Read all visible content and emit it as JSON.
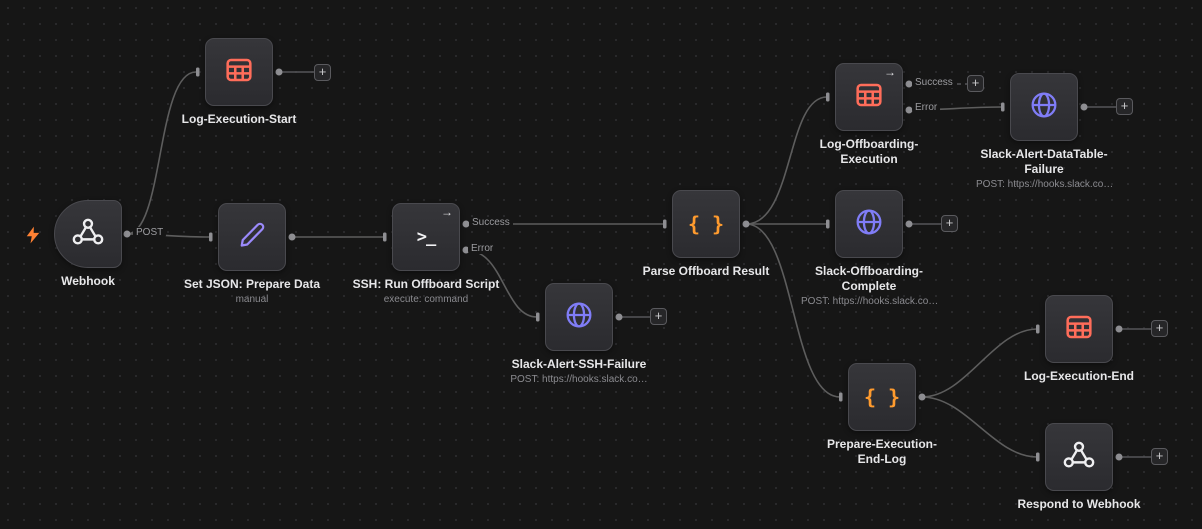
{
  "app": {
    "name": "workflow-canvas"
  },
  "colors": {
    "canvas_bg": "#161616",
    "node_bg": "#303034",
    "node_border": "#49494e",
    "edge": "#5d5d5d",
    "table_icon": "#ff6d5a",
    "pen_icon": "#9b8afb",
    "globe_icon": "#807df7",
    "braces_icon": "#ff9b2e",
    "white_icon": "#efeff1",
    "bolt_icon": "#ff8133"
  },
  "ui": {
    "plus": "+",
    "corner_arrow": "→"
  },
  "connection_labels": {
    "post": "POST",
    "success": "Success",
    "error": "Error"
  },
  "nodes": [
    {
      "id": "webhook",
      "label": "Webhook",
      "icon": "webhook-icon",
      "type": "trigger"
    },
    {
      "id": "log-execution-start",
      "label": "Log-Execution-Start",
      "icon": "data-table-icon"
    },
    {
      "id": "set-json-prepare-data",
      "label": "Set JSON: Prepare Data",
      "subtitle": "manual",
      "icon": "edit-pen-icon"
    },
    {
      "id": "ssh-run-offboard-script",
      "label": "SSH: Run Offboard Script",
      "subtitle": "execute: command",
      "icon": "terminal-icon",
      "glyph": ">_",
      "outputs": [
        "Success",
        "Error"
      ]
    },
    {
      "id": "slack-alert-ssh-failure",
      "label": "Slack-Alert-SSH-Failure",
      "subtitle": "POST: https://hooks.slack.co…",
      "icon": "globe-icon"
    },
    {
      "id": "parse-offboard-result",
      "label": "Parse Offboard Result",
      "icon": "code-braces-icon",
      "glyph": "{ }"
    },
    {
      "id": "log-offboarding-execution",
      "label": "Log-Offboarding-Execution",
      "icon": "data-table-icon",
      "outputs": [
        "Success",
        "Error"
      ]
    },
    {
      "id": "slack-alert-datatable-failure",
      "label": "Slack-Alert-DataTable-Failure",
      "subtitle": "POST: https://hooks.slack.co…",
      "icon": "globe-icon"
    },
    {
      "id": "slack-offboarding-complete",
      "label": "Slack-Offboarding-Complete",
      "subtitle": "POST: https://hooks.slack.co…",
      "icon": "globe-icon"
    },
    {
      "id": "prepare-execution-end-log",
      "label": "Prepare-Execution-End-Log",
      "icon": "code-braces-icon",
      "glyph": "{ }"
    },
    {
      "id": "log-execution-end",
      "label": "Log-Execution-End",
      "icon": "data-table-icon"
    },
    {
      "id": "respond-to-webhook",
      "label": "Respond to Webhook",
      "icon": "webhook-respond-icon"
    }
  ]
}
